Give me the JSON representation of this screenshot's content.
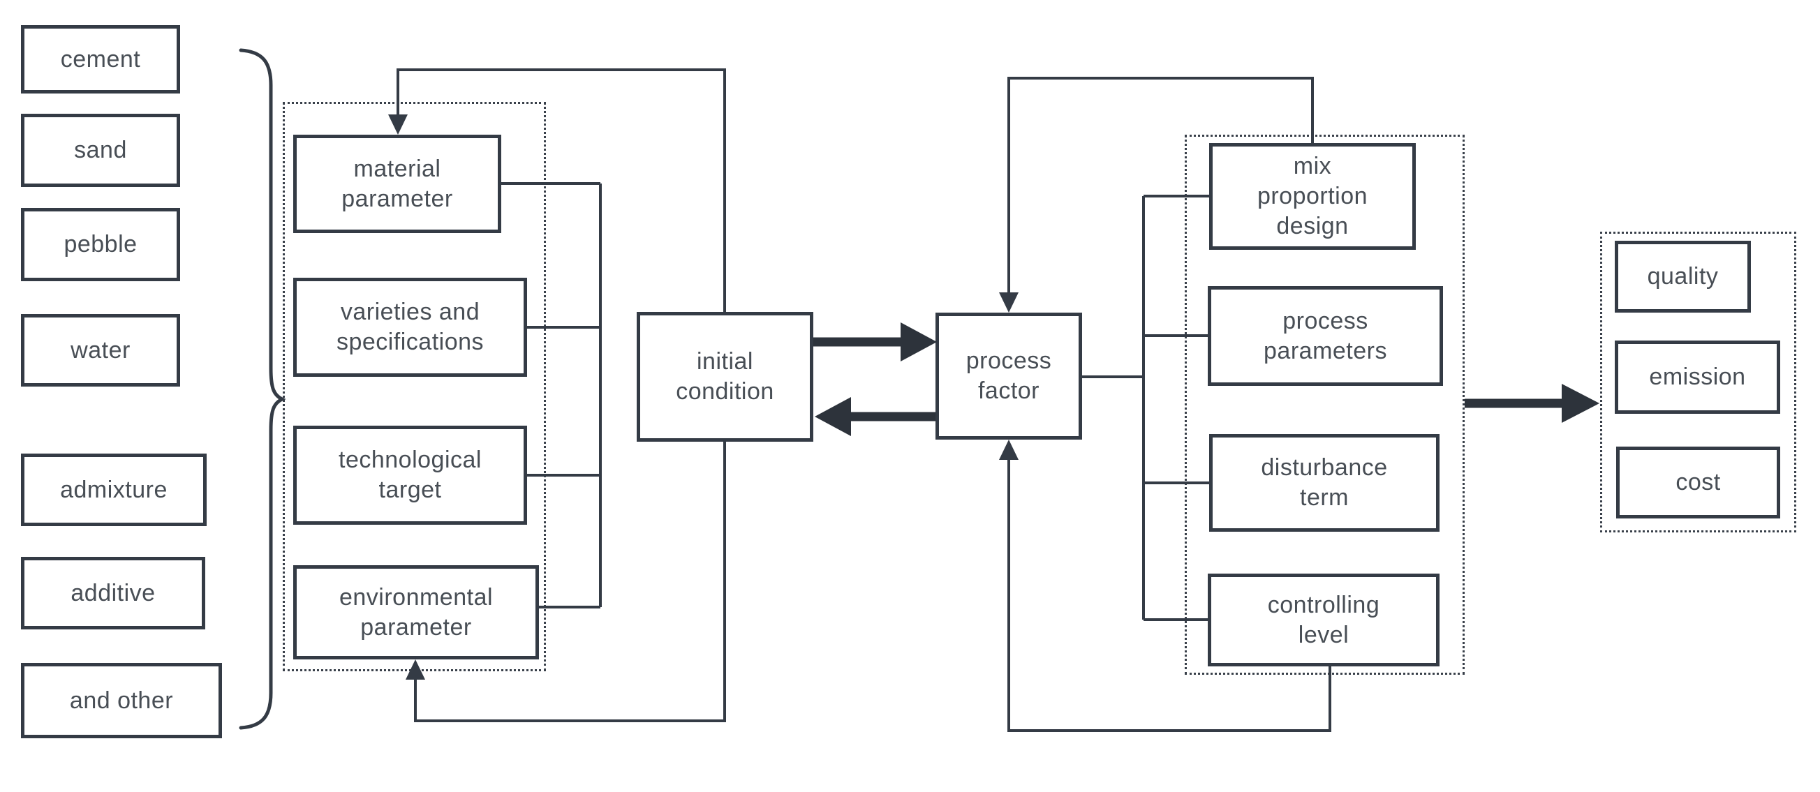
{
  "diagram": {
    "inputs": [
      "cement",
      "sand",
      "pebble",
      "water",
      "admixture",
      "additive",
      "and other"
    ],
    "initial_group": {
      "items": [
        "material\nparameter",
        "varieties and\nspecifications",
        "technological\ntarget",
        "environmental\nparameter"
      ]
    },
    "core": {
      "initial": "initial\ncondition",
      "process": "process\nfactor"
    },
    "process_group": {
      "items": [
        "mix\nproportion\ndesign",
        "process\nparameters",
        "disturbance\nterm",
        "controlling\nlevel"
      ]
    },
    "outputs": [
      "quality",
      "emission",
      "cost"
    ],
    "colors": {
      "line": "#343b45",
      "text": "#484e55",
      "thick_arrow": "#2d333b",
      "background": "#ffffff"
    }
  }
}
